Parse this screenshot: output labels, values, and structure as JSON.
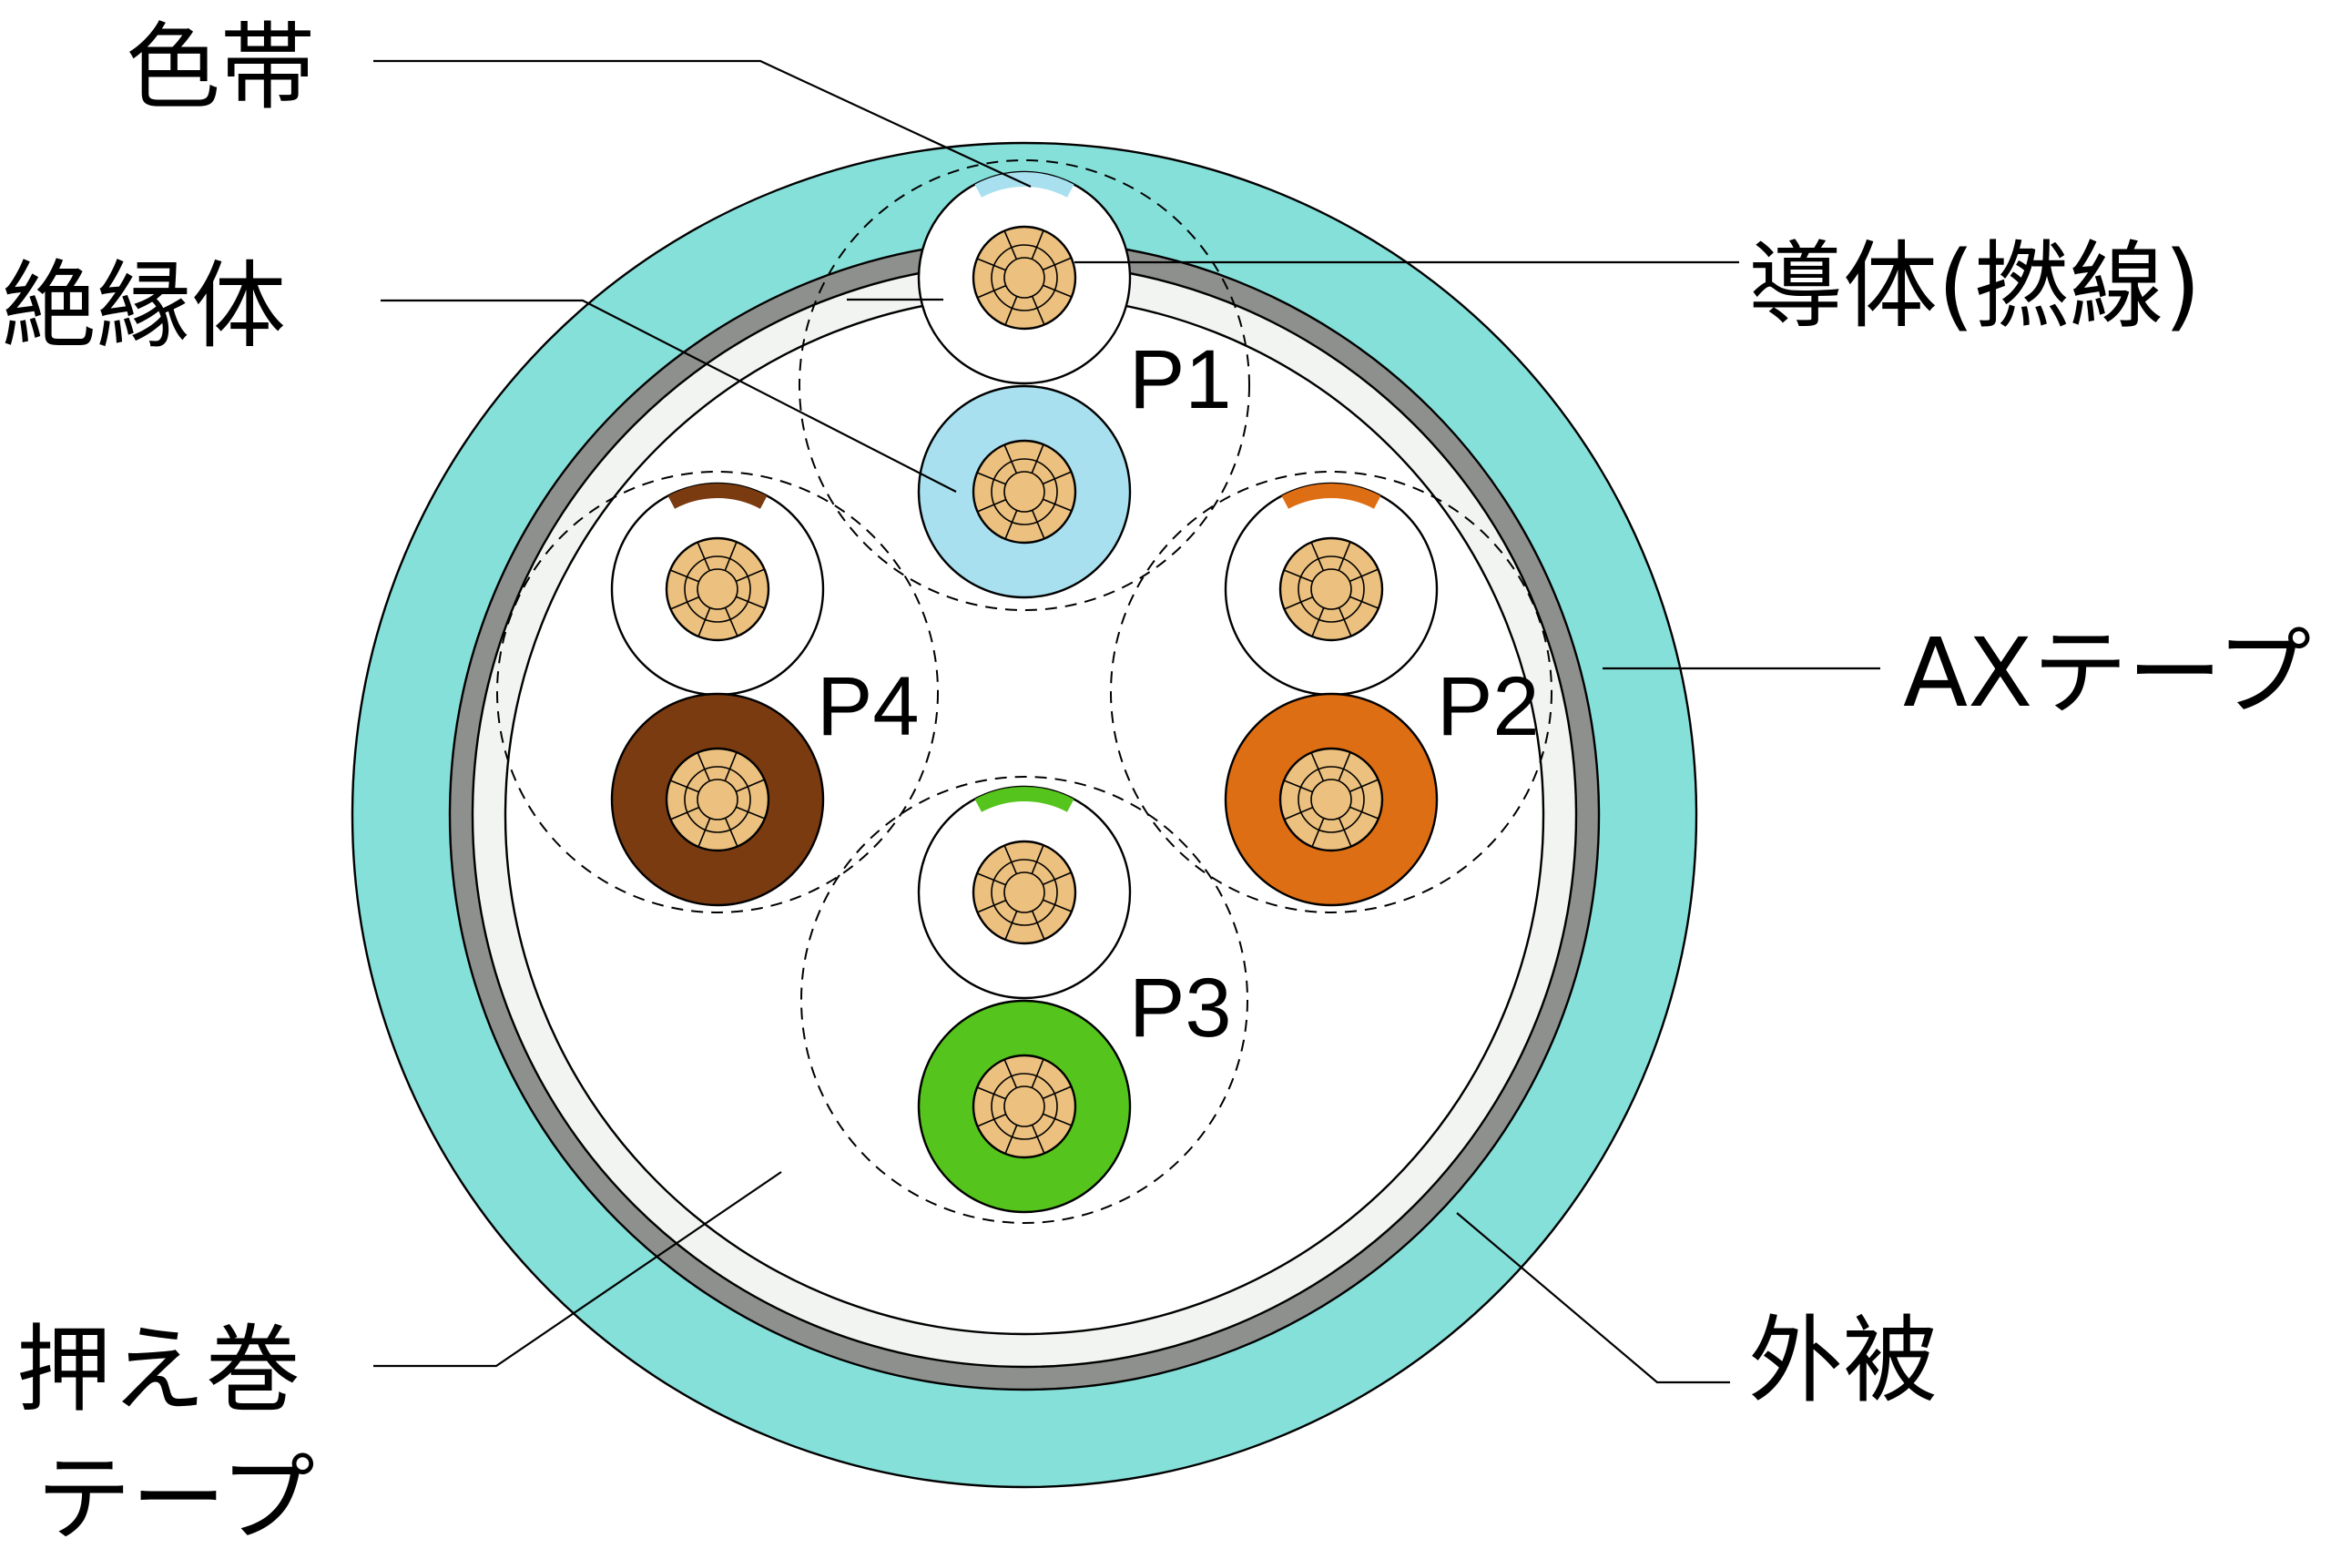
{
  "colors": {
    "jacket": "#86e0da",
    "ax_tape": "#8e908d",
    "wrap_tape": "#f2f4f2",
    "core_area": "#ffffff",
    "conductor": "#ecc07e",
    "pair1": "#a8e0ef",
    "pair2": "#de6e13",
    "pair3": "#55c41c",
    "pair4": "#7b3b10",
    "white_insulation": "#ffffff"
  },
  "labels": {
    "color_band": "色帯",
    "insulation": "絶縁体",
    "conductor": "導体(撚線)",
    "ax_tape": "AXテープ",
    "wrap_tape_line1": "押え巻",
    "wrap_tape_line2": "テープ",
    "jacket": "外被"
  },
  "pairs": [
    {
      "label": "P1",
      "color": "#a8e0ef"
    },
    {
      "label": "P2",
      "color": "#de6e13"
    },
    {
      "label": "P3",
      "color": "#55c41c"
    },
    {
      "label": "P4",
      "color": "#7b3b10"
    }
  ]
}
